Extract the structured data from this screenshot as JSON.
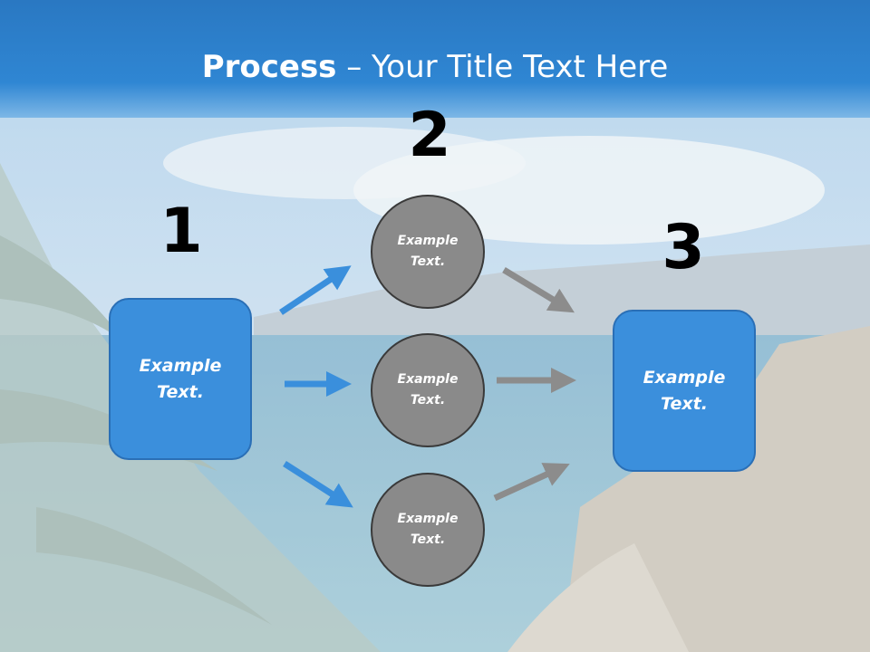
{
  "title": {
    "bold": "Process",
    "rest": " – Your Title Text Here"
  },
  "numbers": [
    "1",
    "2",
    "3"
  ],
  "left_box": "Example Text.",
  "right_box": "Example Text.",
  "circles": [
    "Example Text.",
    "Example Text.",
    "Example Text."
  ],
  "colors": {
    "header": "#2f86d3",
    "box": "#3b8fdc",
    "circle": "#8a8a8a",
    "blue_arrow": "#3a8fdc",
    "gray_arrow": "#8c8c8c"
  }
}
